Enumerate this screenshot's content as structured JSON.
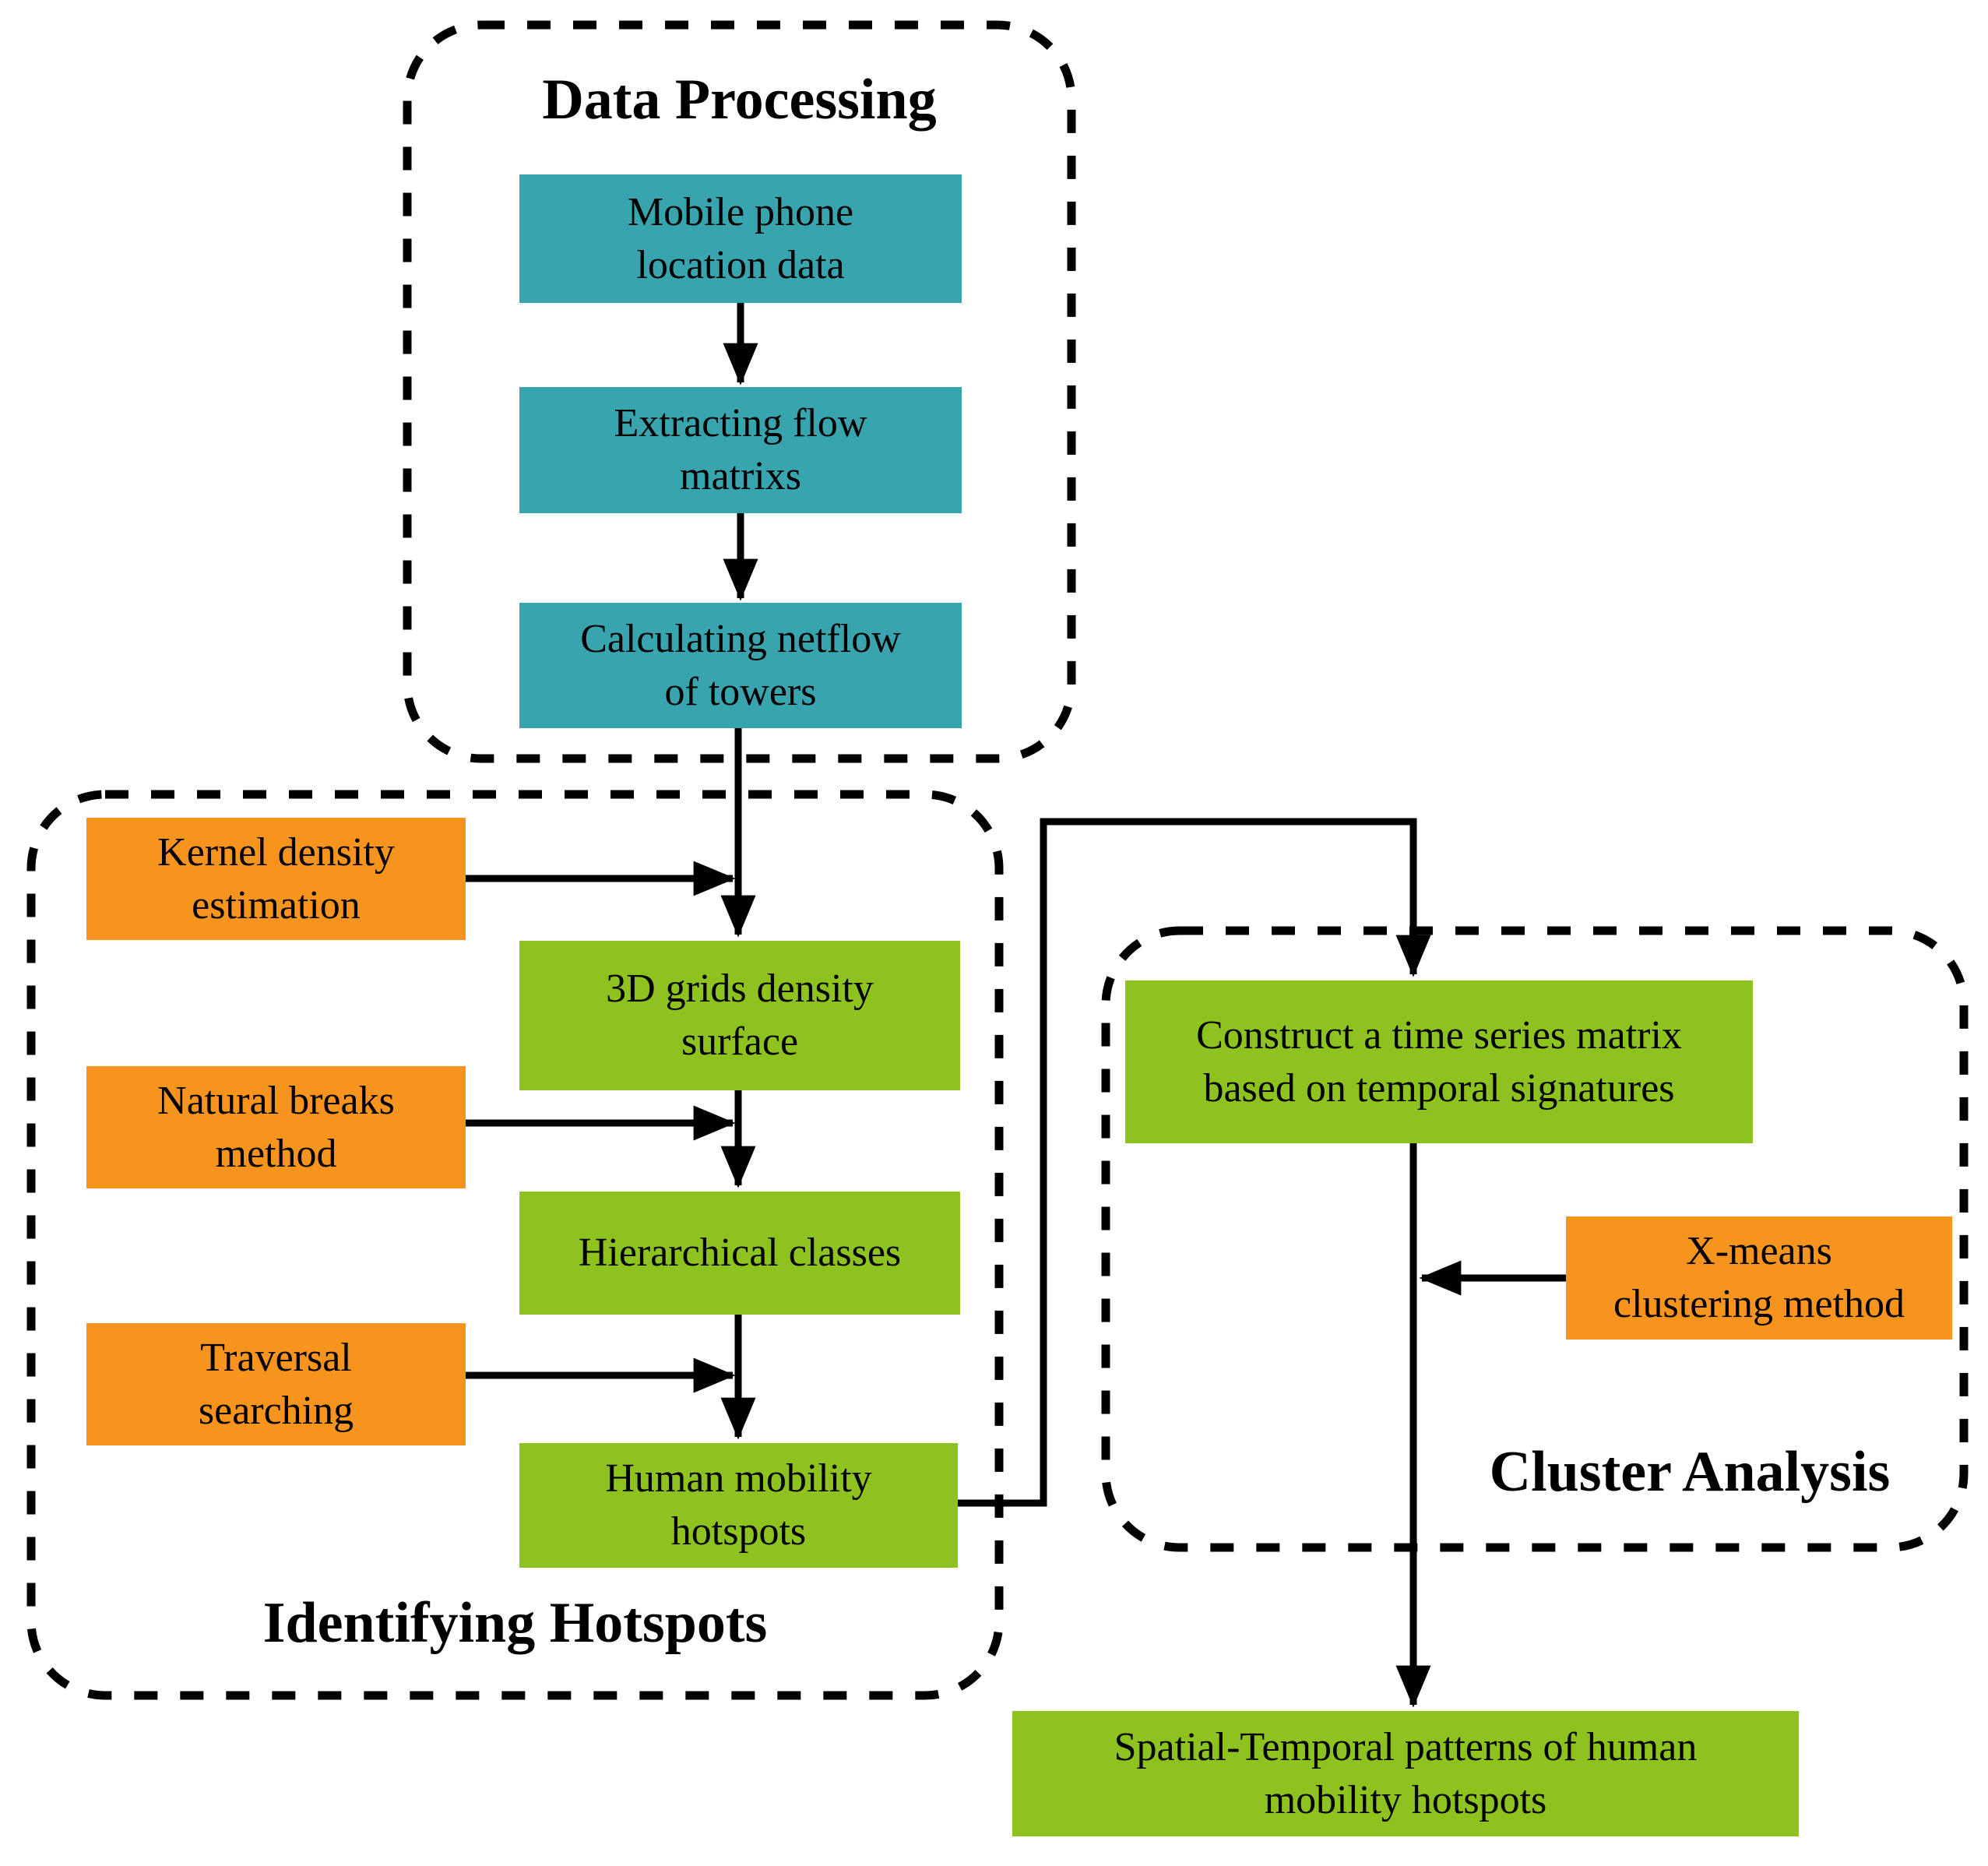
{
  "colors": {
    "teal": "#38a4ae",
    "green": "#8dc21f",
    "orange": "#f7941d",
    "line": "#000000",
    "background": "#ffffff"
  },
  "groups": {
    "data_processing": {
      "title": "Data Processing"
    },
    "identifying_hotspots": {
      "title": "Identifying Hotspots"
    },
    "cluster_analysis": {
      "title": "Cluster Analysis"
    }
  },
  "nodes": {
    "mobile_phone_location_data": {
      "label": "Mobile phone\nlocation data",
      "type": "teal",
      "group": "data_processing"
    },
    "extracting_flow_matrixs": {
      "label": "Extracting flow\nmatrixs",
      "type": "teal",
      "group": "data_processing"
    },
    "calculating_netflow_of_towers": {
      "label": "Calculating netflow\nof towers",
      "type": "teal",
      "group": "data_processing"
    },
    "kernel_density_estimation": {
      "label": "Kernel density\nestimation",
      "type": "orange",
      "group": "identifying_hotspots"
    },
    "natural_breaks_method": {
      "label": "Natural breaks\nmethod",
      "type": "orange",
      "group": "identifying_hotspots"
    },
    "traversal_searching": {
      "label": "Traversal\nsearching",
      "type": "orange",
      "group": "identifying_hotspots"
    },
    "grids_density_surface": {
      "label": "3D grids density\nsurface",
      "type": "green",
      "group": "identifying_hotspots"
    },
    "hierarchical_classes": {
      "label": "Hierarchical classes",
      "type": "green",
      "group": "identifying_hotspots"
    },
    "human_mobility_hotspots": {
      "label": "Human mobility\nhotspots",
      "type": "green",
      "group": "identifying_hotspots"
    },
    "construct_time_series_matrix": {
      "label": "Construct a time series matrix\nbased on temporal signatures",
      "type": "green",
      "group": "cluster_analysis"
    },
    "xmeans_clustering_method": {
      "label": "X-means\nclustering method",
      "type": "orange",
      "group": "cluster_analysis"
    },
    "spatial_temporal_patterns": {
      "label": "Spatial-Temporal patterns of human\nmobility hotspots",
      "type": "green",
      "group": null
    }
  },
  "edges": [
    {
      "from": "mobile_phone_location_data",
      "to": "extracting_flow_matrixs"
    },
    {
      "from": "extracting_flow_matrixs",
      "to": "calculating_netflow_of_towers"
    },
    {
      "from": "calculating_netflow_of_towers",
      "to": "grids_density_surface"
    },
    {
      "from": "kernel_density_estimation",
      "to": "grids_density_surface"
    },
    {
      "from": "grids_density_surface",
      "to": "hierarchical_classes"
    },
    {
      "from": "natural_breaks_method",
      "to": "hierarchical_classes"
    },
    {
      "from": "hierarchical_classes",
      "to": "human_mobility_hotspots"
    },
    {
      "from": "traversal_searching",
      "to": "human_mobility_hotspots"
    },
    {
      "from": "human_mobility_hotspots",
      "to": "construct_time_series_matrix"
    },
    {
      "from": "construct_time_series_matrix",
      "to": "spatial_temporal_patterns"
    },
    {
      "from": "xmeans_clustering_method",
      "to": "construct_to_spatial_flow"
    }
  ]
}
